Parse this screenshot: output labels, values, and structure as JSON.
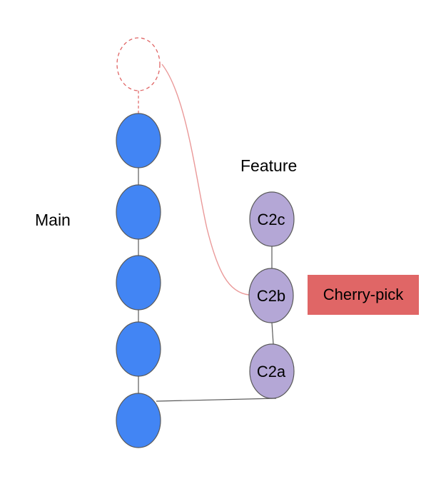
{
  "labels": {
    "main": "Main",
    "feature": "Feature",
    "action": "Cherry-pick"
  },
  "main_branch": {
    "commit_count": 5,
    "pending_commit": "dashed placeholder (no label)"
  },
  "feature_branch": {
    "commits": [
      "C2c",
      "C2b",
      "C2a"
    ]
  },
  "colors": {
    "main_commit": "#4285f4",
    "feature_commit": "#b4a7d6",
    "cherry_pick_box": "#e06666",
    "pending_outline": "#e06666",
    "edge": "#595959",
    "cherry_pick_curve": "#ea9999",
    "node_outline": "#595959"
  }
}
